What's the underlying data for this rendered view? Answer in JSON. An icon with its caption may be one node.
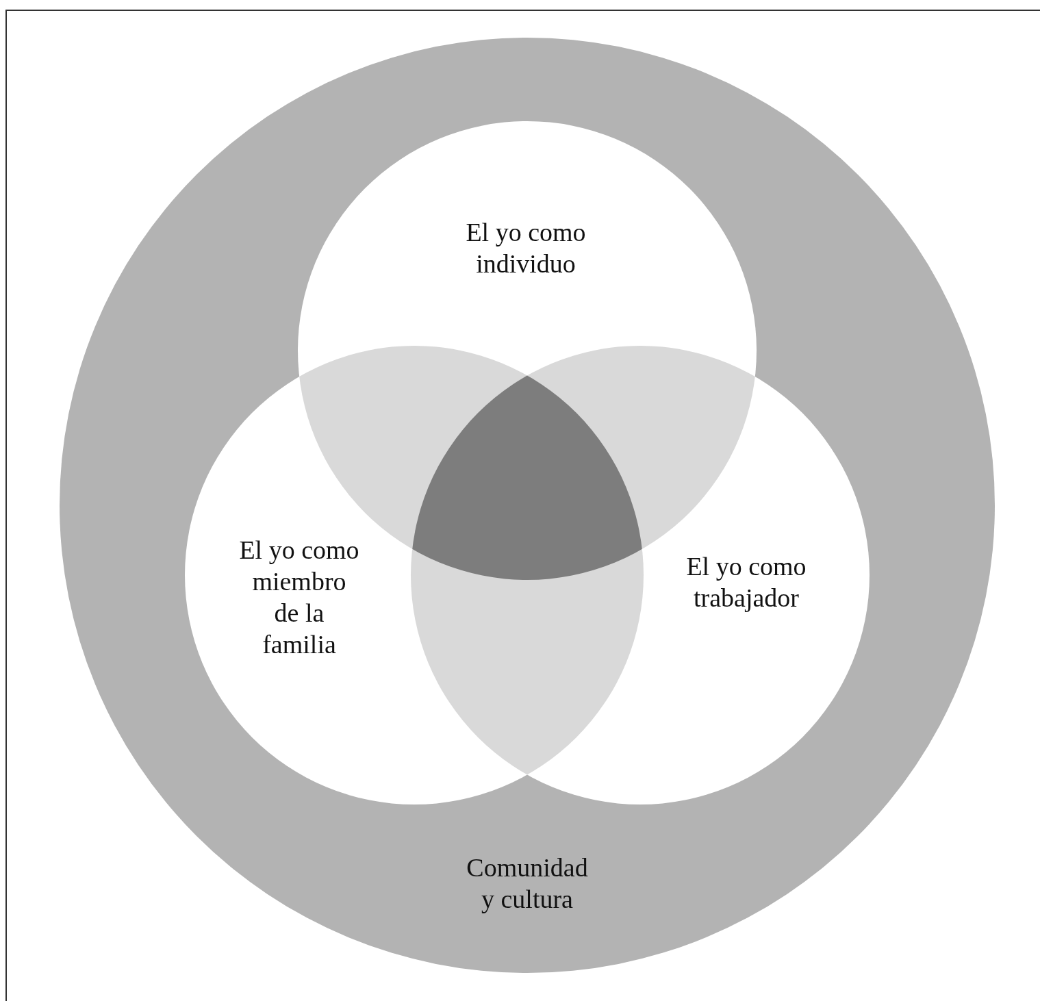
{
  "diagram": {
    "nodes": [
      {
        "text": [
          "Comunidad y cultura"
        ]
      },
      {
        "text": [
          "El yo como individuo"
        ],
        "in": 0
      },
      {
        "text": [
          "El yo como miembro de la familia"
        ],
        "in": 0
      },
      {
        "text": [
          "El yo como trabajador"
        ],
        "in": 0
      }
    ]
  }
}
